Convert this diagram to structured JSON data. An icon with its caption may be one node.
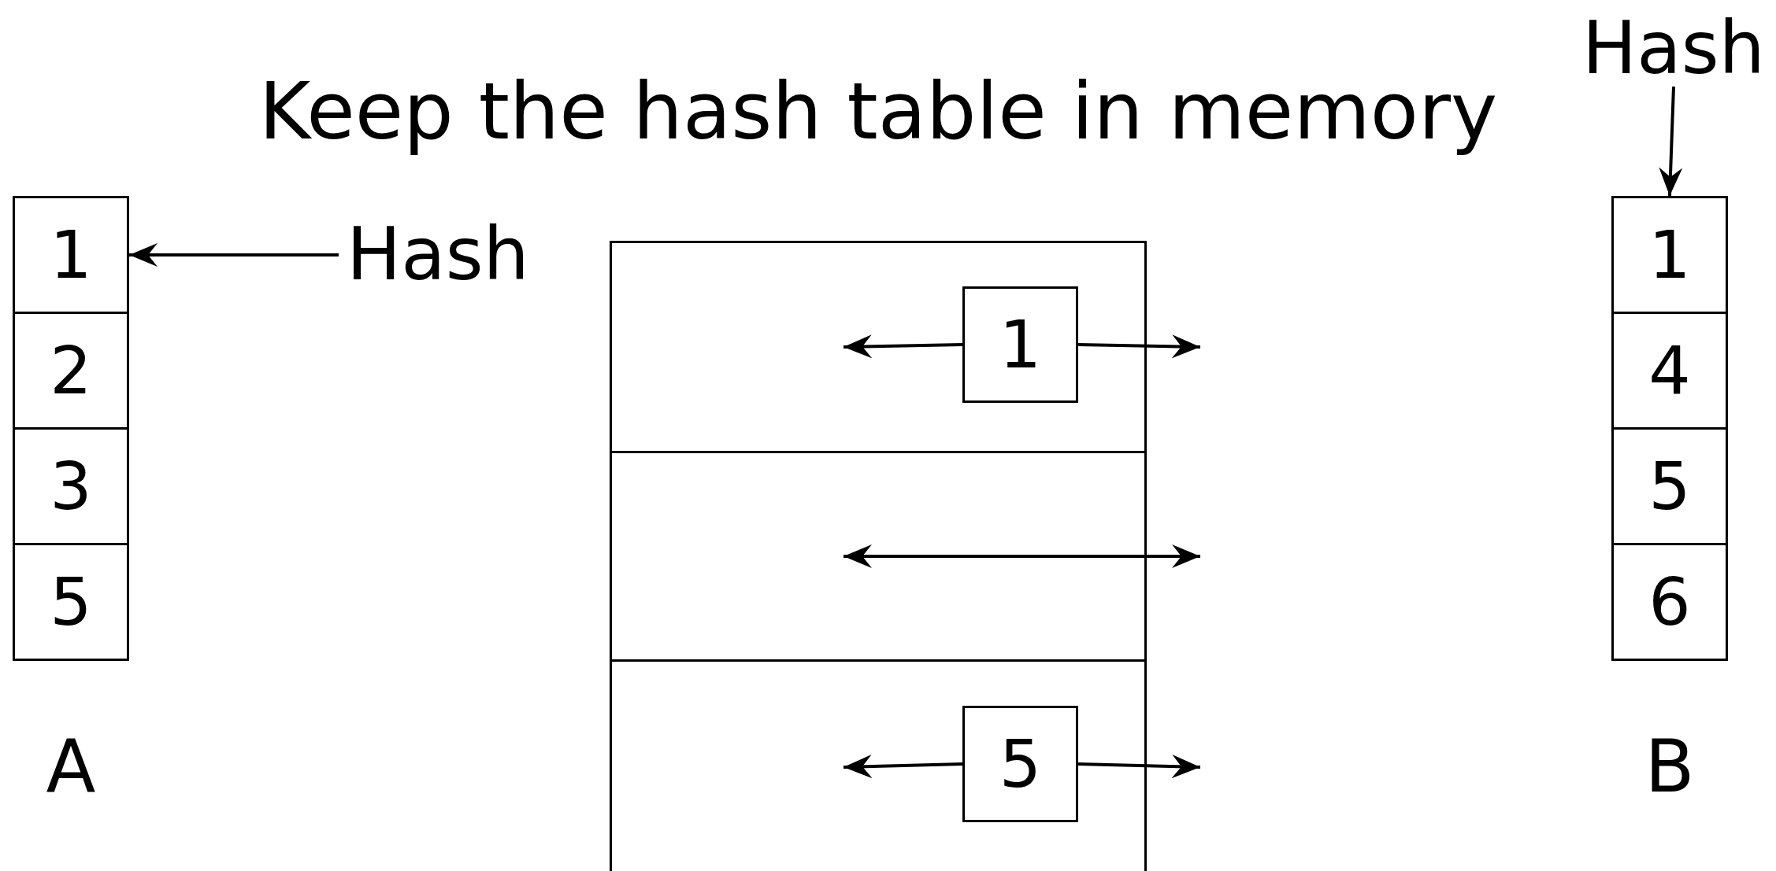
{
  "diagram": {
    "title": "Keep the hash table in memory",
    "nodes": [
      {
        "text": [
          "1"
        ]
      },
      {
        "text": [
          "2"
        ]
      },
      {
        "text": [
          "3"
        ]
      },
      {
        "text": [
          "5"
        ]
      },
      {
        "text": [
          "Hash"
        ]
      },
      {
        "text": [],
        "shape": "box"
      },
      {
        "text": [],
        "shape": "box",
        "in": 5
      },
      {
        "text": [],
        "shape": "box",
        "in": 5
      },
      {
        "text": [],
        "shape": "box",
        "in": 5
      },
      {
        "text": [
          "1"
        ],
        "in": 6
      },
      {
        "text": [
          "5"
        ],
        "in": 8
      },
      {
        "text": [
          "1"
        ]
      },
      {
        "text": [
          "4"
        ]
      },
      {
        "text": [
          "5"
        ]
      },
      {
        "text": [
          "6"
        ]
      },
      {
        "text": [
          "Hash"
        ]
      }
    ],
    "edges": [
      {
        "from": 4,
        "to": 0,
        "arrow": "to"
      },
      {
        "from": 9,
        "to": null,
        "arrow": "to"
      },
      {
        "from": 9,
        "to": null,
        "arrow": "to"
      },
      {
        "from": 10,
        "to": null,
        "arrow": "to"
      },
      {
        "from": 10,
        "to": null,
        "arrow": "to"
      },
      {
        "from": 15,
        "to": 11,
        "arrow": "to"
      }
    ],
    "labels": [
      "A",
      "B"
    ]
  }
}
